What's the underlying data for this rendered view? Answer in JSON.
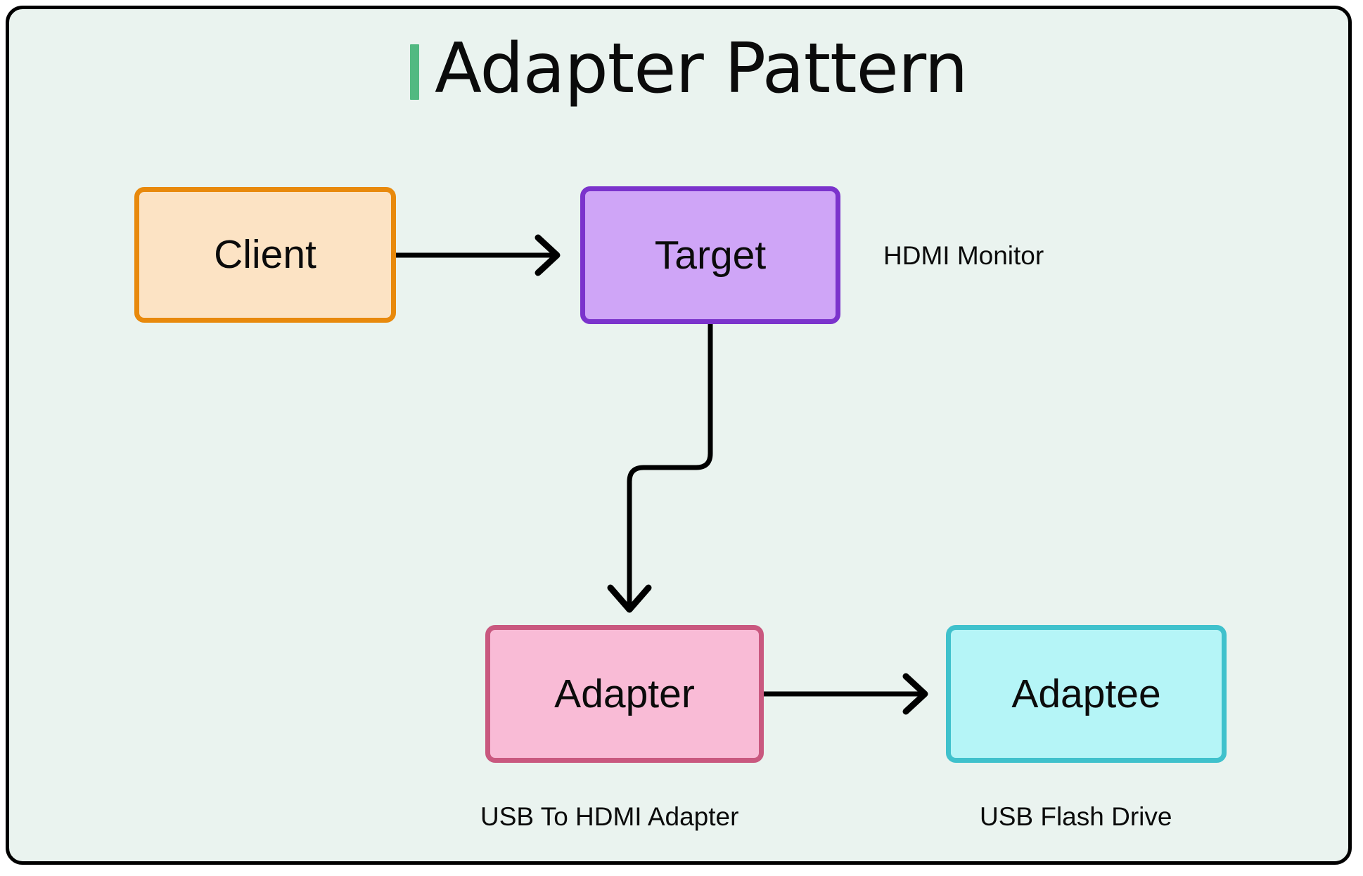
{
  "diagram": {
    "title": "Adapter Pattern",
    "accent_color": "#52b981",
    "background_color": "#eaf3ef",
    "frame_border_color": "#000000",
    "nodes": [
      {
        "id": "client",
        "label": "Client",
        "fill": "#fce3c4",
        "border": "#e8890c"
      },
      {
        "id": "target",
        "label": "Target",
        "fill": "#cfa5f7",
        "border": "#7b33cc"
      },
      {
        "id": "adapter",
        "label": "Adapter",
        "fill": "#f9bbd6",
        "border": "#c9587f"
      },
      {
        "id": "adaptee",
        "label": "Adaptee",
        "fill": "#b5f5f7",
        "border": "#3fc1cc"
      }
    ],
    "annotations": {
      "target_note": "HDMI Monitor",
      "adapter_note": "USB To HDMI Adapter",
      "adaptee_note": "USB Flash Drive"
    },
    "edges": [
      {
        "id": "client-to-target",
        "from": "client",
        "to": "target",
        "style": "straight-arrow"
      },
      {
        "id": "target-to-adapter",
        "from": "target",
        "to": "adapter",
        "style": "elbow-arrow"
      },
      {
        "id": "adapter-to-adaptee",
        "from": "adapter",
        "to": "adaptee",
        "style": "straight-arrow"
      }
    ]
  }
}
